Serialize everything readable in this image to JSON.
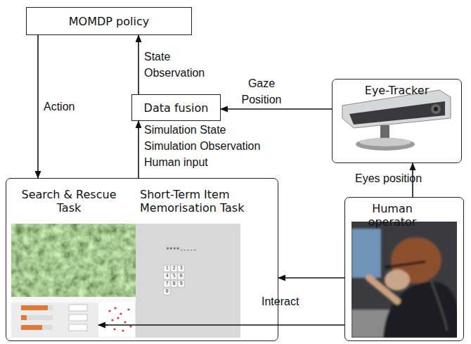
{
  "diagram": {
    "nodes": [
      {
        "text": [
          "MOMDP policy"
        ]
      },
      {
        "text": [
          "Data fusion"
        ]
      },
      {
        "text": [
          "Eye-Tracker"
        ]
      },
      {
        "text": [
          "Search & Rescue Task",
          "Short-Term Item Memorisation Task"
        ]
      },
      {
        "text": [
          "Human operator"
        ]
      }
    ],
    "edges": [
      {
        "from": 0,
        "to": 3,
        "arrow": "to",
        "label": "Action"
      },
      {
        "from": 1,
        "to": 0,
        "arrow": "to",
        "label": "State Observation"
      },
      {
        "from": 2,
        "to": 1,
        "arrow": "to",
        "label": "Gaze Position"
      },
      {
        "from": 3,
        "to": 1,
        "arrow": "to",
        "label": "Simulation State Simulation Observation Human input"
      },
      {
        "from": 4,
        "to": 2,
        "arrow": "to",
        "label": "Eyes position"
      },
      {
        "from": 4,
        "to": 3,
        "arrow": "to",
        "label": "Interact"
      },
      {
        "from": 4,
        "to": 3,
        "arrow": "to"
      }
    ],
    "labels": [
      "****-----",
      "1",
      "2",
      "3",
      "4",
      "5",
      "6",
      "7",
      "8",
      "9",
      "0"
    ]
  }
}
